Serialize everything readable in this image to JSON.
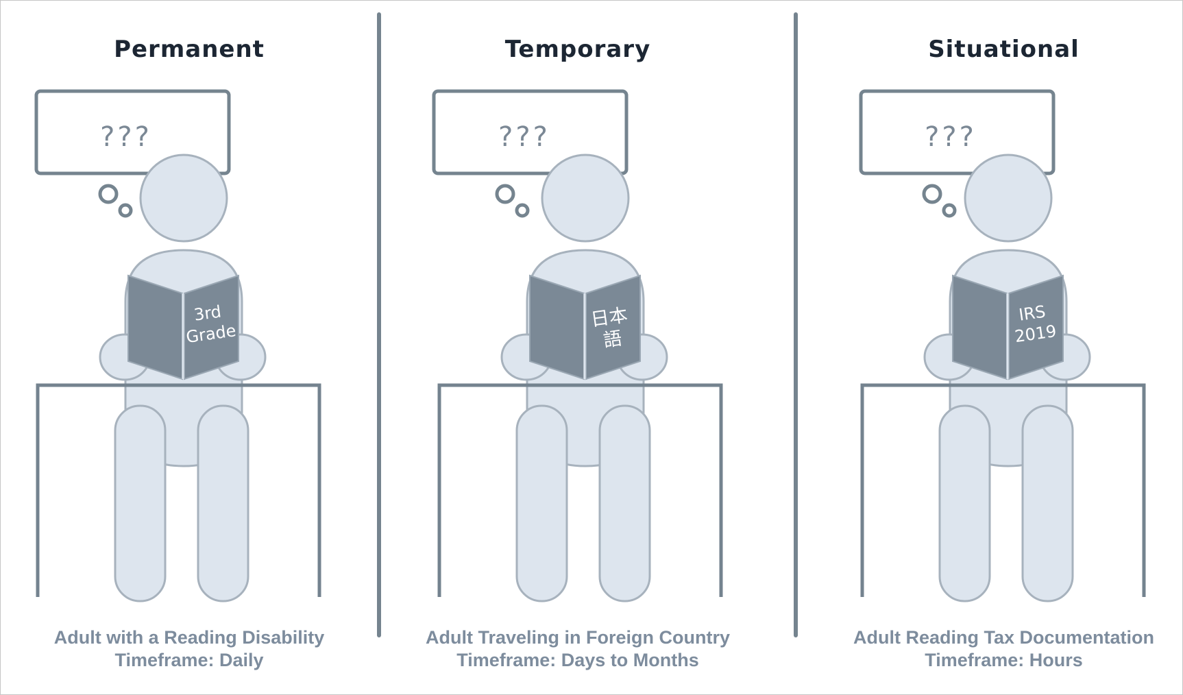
{
  "colors": {
    "figure_fill": "#dde5ee",
    "figure_stroke": "#a7b2bd",
    "book_fill": "#7b8996",
    "desk_stroke": "#74838f",
    "bubble_stroke": "#75848f",
    "bubble_text": "#7b8895",
    "title_text": "#1c2633",
    "caption_text": "#7d8c9d"
  },
  "panels": [
    {
      "title": "Permanent",
      "thought": "???",
      "book_line1": "3rd",
      "book_line2": "Grade",
      "caption_line1": "Adult with a Reading Disability",
      "caption_line2": "Timeframe: Daily"
    },
    {
      "title": "Temporary",
      "thought": "???",
      "book_line1": "日本",
      "book_line2": "語",
      "caption_line1": "Adult Traveling in Foreign Country",
      "caption_line2": "Timeframe: Days to Months"
    },
    {
      "title": "Situational",
      "thought": "???",
      "book_line1": "IRS",
      "book_line2": "2019",
      "caption_line1": "Adult Reading Tax Documentation",
      "caption_line2": "Timeframe: Hours"
    }
  ]
}
